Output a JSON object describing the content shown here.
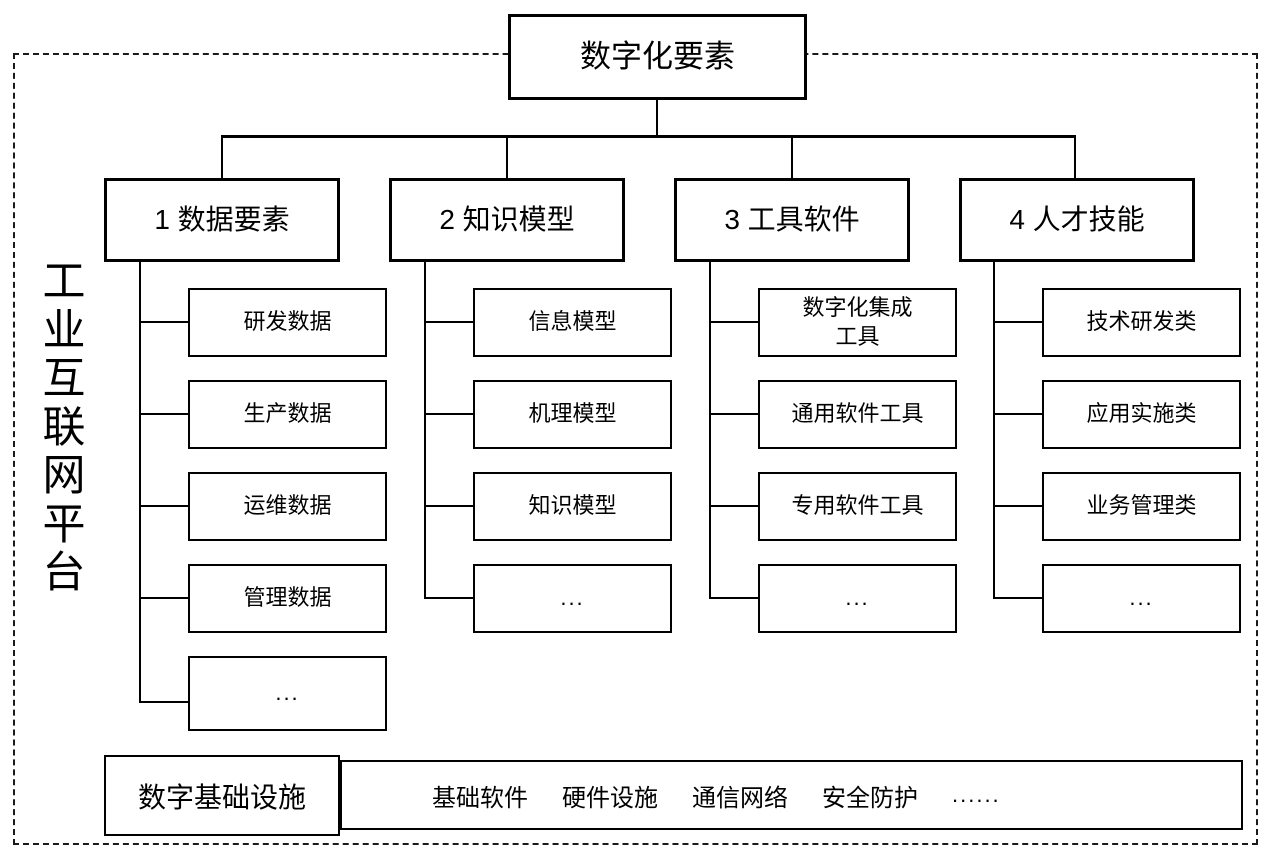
{
  "diagram": {
    "title": "数字化要素",
    "frame_label_chars": [
      "工",
      "业",
      "互",
      "联",
      "网",
      "平",
      "台"
    ],
    "frame_label_text": "工业互联网平台",
    "root": {
      "label": "数字化要素"
    },
    "categories": [
      {
        "id": "data-elements",
        "label": "1 数据要素",
        "children": [
          {
            "label": "研发数据"
          },
          {
            "label": "生产数据"
          },
          {
            "label": "运维数据"
          },
          {
            "label": "管理数据"
          },
          {
            "label": "..."
          }
        ]
      },
      {
        "id": "knowledge-models",
        "label": "2 知识模型",
        "children": [
          {
            "label": "信息模型"
          },
          {
            "label": "机理模型"
          },
          {
            "label": "知识模型"
          },
          {
            "label": "..."
          }
        ]
      },
      {
        "id": "tool-software",
        "label": "3 工具软件",
        "children": [
          {
            "label": "数字化集成\n工具",
            "line1": "数字化集成",
            "line2": "工具"
          },
          {
            "label": "通用软件工具"
          },
          {
            "label": "专用软件工具"
          },
          {
            "label": "..."
          }
        ]
      },
      {
        "id": "talent-skills",
        "label": "4 人才技能",
        "children": [
          {
            "label": "技术研发类"
          },
          {
            "label": "应用实施类"
          },
          {
            "label": "业务管理类"
          },
          {
            "label": "..."
          }
        ]
      }
    ],
    "infrastructure": {
      "label": "数字基础设施",
      "items": [
        "基础软件",
        "硬件设施",
        "通信网络",
        "安全防护",
        "......"
      ]
    },
    "colors": {
      "line": "#000000",
      "frame_dashed": "#1a1a1a",
      "background": "#ffffff"
    }
  }
}
